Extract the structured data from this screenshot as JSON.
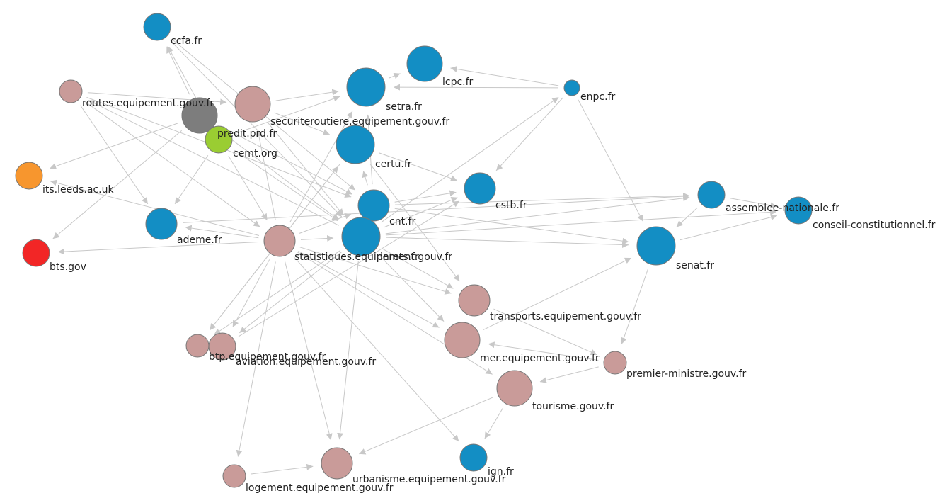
{
  "colors": {
    "blue": "#138ec4",
    "pink": "#c99b99",
    "gray": "#7d7d7d",
    "green": "#9acd32",
    "orange": "#f7962e",
    "red": "#f22626",
    "edge": "#c8c8c8"
  },
  "nodes": [
    {
      "id": "ccfa",
      "label": "ccfa.fr",
      "color": "blue"
    },
    {
      "id": "lcpc",
      "label": "lcpc.fr",
      "color": "blue"
    },
    {
      "id": "enpc",
      "label": "enpc.fr",
      "color": "blue"
    },
    {
      "id": "setra",
      "label": "setra.fr",
      "color": "blue"
    },
    {
      "id": "routes",
      "label": "routes.equipement.gouv.fr",
      "color": "pink"
    },
    {
      "id": "secu",
      "label": "securiteroutiere.equipement.gouv.fr",
      "color": "pink"
    },
    {
      "id": "cemt",
      "label": "cemt.org",
      "color": "gray"
    },
    {
      "id": "predit",
      "label": "predit.prd.fr",
      "color": "green"
    },
    {
      "id": "certu",
      "label": "certu.fr",
      "color": "blue"
    },
    {
      "id": "leeds",
      "label": "its.leeds.ac.uk",
      "color": "orange"
    },
    {
      "id": "cstb",
      "label": "cstb.fr",
      "color": "blue"
    },
    {
      "id": "assemblee",
      "label": "assemblee-nationale.fr",
      "color": "blue"
    },
    {
      "id": "conseil",
      "label": "conseil-constitutionnel.fr",
      "color": "blue"
    },
    {
      "id": "cnt",
      "label": "cnt.fr",
      "color": "blue"
    },
    {
      "id": "ademe",
      "label": "ademe.fr",
      "color": "blue"
    },
    {
      "id": "bts",
      "label": "bts.gov",
      "color": "red"
    },
    {
      "id": "stats",
      "label": "statistiques.equipement.gouv.fr",
      "color": "pink"
    },
    {
      "id": "inrets",
      "label": "inrets.fr",
      "color": "blue"
    },
    {
      "id": "senat",
      "label": "senat.fr",
      "color": "blue"
    },
    {
      "id": "transports",
      "label": "transports.equipement.gouv.fr",
      "color": "pink"
    },
    {
      "id": "mer",
      "label": "mer.equipement.gouv.fr",
      "color": "pink"
    },
    {
      "id": "btp",
      "label": "btp.equipement.gouv.fr",
      "color": "pink"
    },
    {
      "id": "aviation",
      "label": "aviation.equipement.gouv.fr",
      "color": "pink"
    },
    {
      "id": "premier",
      "label": "premier-ministre.gouv.fr",
      "color": "pink"
    },
    {
      "id": "tourisme",
      "label": "tourisme.gouv.fr",
      "color": "pink"
    },
    {
      "id": "urbanisme",
      "label": "urbanisme.equipement.gouv.fr",
      "color": "pink"
    },
    {
      "id": "ign",
      "label": "ign.fr",
      "color": "blue"
    },
    {
      "id": "logement",
      "label": "logement.equipement.gouv.fr",
      "color": "pink"
    }
  ],
  "edges": [
    [
      "enpc",
      "lcpc"
    ],
    [
      "enpc",
      "setra"
    ],
    [
      "enpc",
      "senat"
    ],
    [
      "enpc",
      "cstb"
    ],
    [
      "routes",
      "secu"
    ],
    [
      "routes",
      "stats"
    ],
    [
      "routes",
      "cnt"
    ],
    [
      "routes",
      "ademe"
    ],
    [
      "secu",
      "setra"
    ],
    [
      "secu",
      "certu"
    ],
    [
      "secu",
      "inrets"
    ],
    [
      "cemt",
      "ccfa"
    ],
    [
      "cemt",
      "leeds"
    ],
    [
      "cemt",
      "bts"
    ],
    [
      "cemt",
      "inrets"
    ],
    [
      "cemt",
      "cnt"
    ],
    [
      "predit",
      "ccfa"
    ],
    [
      "predit",
      "setra"
    ],
    [
      "predit",
      "inrets"
    ],
    [
      "predit",
      "ademe"
    ],
    [
      "predit",
      "stats"
    ],
    [
      "ccfa",
      "inrets"
    ],
    [
      "ccfa",
      "cnt"
    ],
    [
      "stats",
      "ademe"
    ],
    [
      "stats",
      "bts"
    ],
    [
      "stats",
      "leeds"
    ],
    [
      "stats",
      "setra"
    ],
    [
      "stats",
      "certu"
    ],
    [
      "stats",
      "cnt"
    ],
    [
      "stats",
      "btp"
    ],
    [
      "stats",
      "aviation"
    ],
    [
      "stats",
      "logement"
    ],
    [
      "stats",
      "urbanisme"
    ],
    [
      "stats",
      "tourisme"
    ],
    [
      "stats",
      "transports"
    ],
    [
      "stats",
      "ign"
    ],
    [
      "stats",
      "mer"
    ],
    [
      "stats",
      "inrets"
    ],
    [
      "inrets",
      "cstb"
    ],
    [
      "inrets",
      "senat"
    ],
    [
      "inrets",
      "assemblee"
    ],
    [
      "inrets",
      "enpc"
    ],
    [
      "inrets",
      "conseil"
    ],
    [
      "inrets",
      "btp"
    ],
    [
      "inrets",
      "aviation"
    ],
    [
      "inrets",
      "urbanisme"
    ],
    [
      "inrets",
      "mer"
    ],
    [
      "inrets",
      "transports"
    ],
    [
      "cnt",
      "setra"
    ],
    [
      "cnt",
      "certu"
    ],
    [
      "cnt",
      "assemblee"
    ],
    [
      "cnt",
      "senat"
    ],
    [
      "cnt",
      "cstb"
    ],
    [
      "assemblee",
      "conseil"
    ],
    [
      "assemblee",
      "senat"
    ],
    [
      "senat",
      "conseil"
    ],
    [
      "senat",
      "premier"
    ],
    [
      "premier",
      "tourisme"
    ],
    [
      "premier",
      "mer"
    ],
    [
      "transports",
      "premier"
    ],
    [
      "mer",
      "senat"
    ],
    [
      "tourisme",
      "urbanisme"
    ],
    [
      "tourisme",
      "ign"
    ],
    [
      "logement",
      "urbanisme"
    ],
    [
      "certu",
      "btp"
    ],
    [
      "certu",
      "cstb"
    ],
    [
      "certu",
      "transports"
    ],
    [
      "setra",
      "lcpc"
    ],
    [
      "aviation",
      "cstb"
    ],
    [
      "ademe",
      "assemblee"
    ],
    [
      "stats",
      "secu"
    ],
    [
      "inrets",
      "routes"
    ]
  ]
}
